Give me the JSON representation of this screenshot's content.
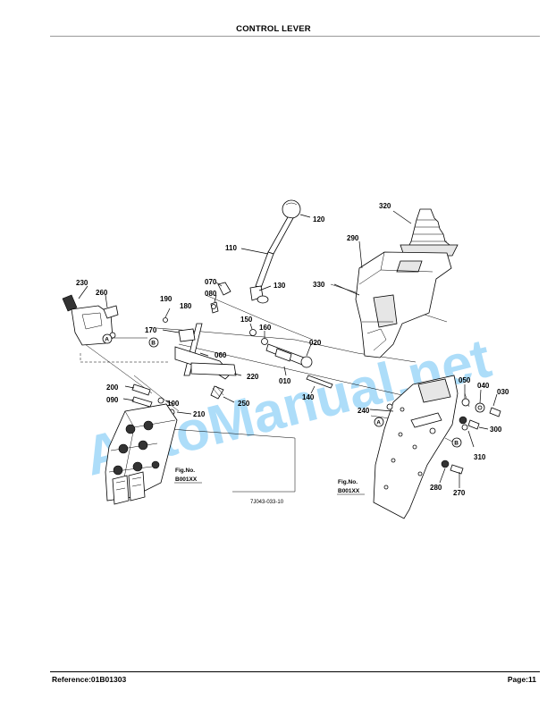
{
  "header": {
    "title": "CONTROL LEVER"
  },
  "footer": {
    "reference": "Reference:01B01303",
    "page": "Page:11"
  },
  "diagram": {
    "figure_code": "7J043-033-10",
    "watermark": "AutoManual.net",
    "fig_refs": [
      {
        "line1": "Fig.No.",
        "line2": "B001XX"
      },
      {
        "line1": "Fig.No.",
        "line2": "B001XX"
      }
    ],
    "markers": [
      "A",
      "B",
      "A",
      "B"
    ],
    "part_labels": [
      "010",
      "020",
      "030",
      "040",
      "050",
      "060",
      "070",
      "080",
      "090",
      "100",
      "110",
      "120",
      "130",
      "140",
      "150",
      "160",
      "170",
      "180",
      "190",
      "200",
      "210",
      "220",
      "230",
      "240",
      "250",
      "260",
      "270",
      "280",
      "290",
      "300",
      "310",
      "320",
      "330"
    ]
  }
}
